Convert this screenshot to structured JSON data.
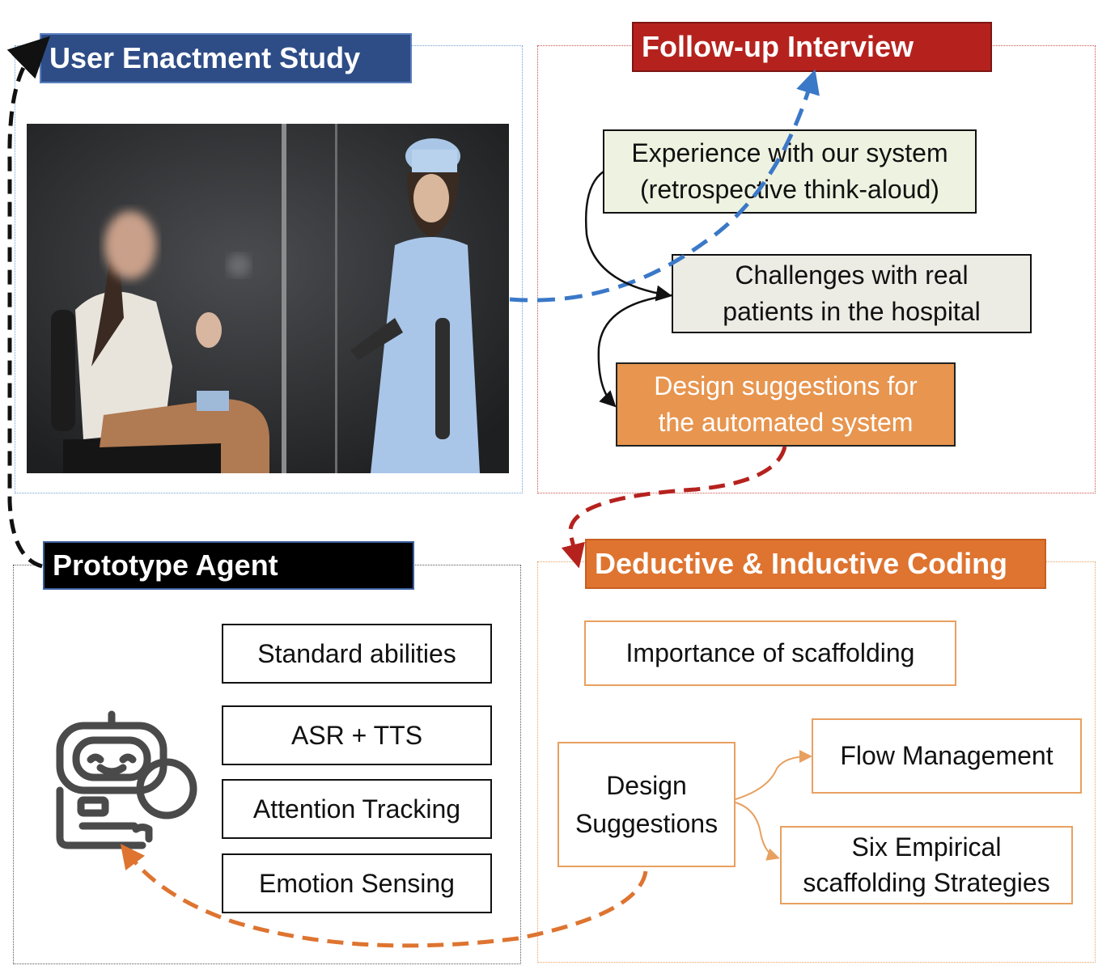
{
  "panels": {
    "enactment": {
      "title": "User Enactment Study"
    },
    "interview": {
      "title": "Follow-up Interview",
      "items": [
        "Experience with our system\n(retrospective think-aloud)",
        "Challenges with real\npatients in the hospital",
        "Design suggestions for\nthe automated system"
      ]
    },
    "prototype": {
      "title": "Prototype Agent",
      "icon": "robot-agent-icon",
      "abilities": [
        "Standard abilities",
        "ASR + TTS",
        "Attention Tracking",
        "Emotion Sensing"
      ]
    },
    "coding": {
      "title": "Deductive & Inductive Coding",
      "importance": "Importance of scaffolding",
      "design": "Design\nSuggestions",
      "flow": "Flow Management",
      "strategies": "Six Empirical\nscaffolding Strategies"
    }
  },
  "colors": {
    "blue_title": "#2e4d87",
    "red_title": "#b5221e",
    "black_title": "#000000",
    "orange_title": "#de7430",
    "blue_arrow": "#3a78c8",
    "red_arrow": "#b5221e",
    "orange_arrow": "#de7430",
    "green_box": "#eef2e0",
    "grey_box": "#ecebe4",
    "orange_box": "#e7954f"
  }
}
